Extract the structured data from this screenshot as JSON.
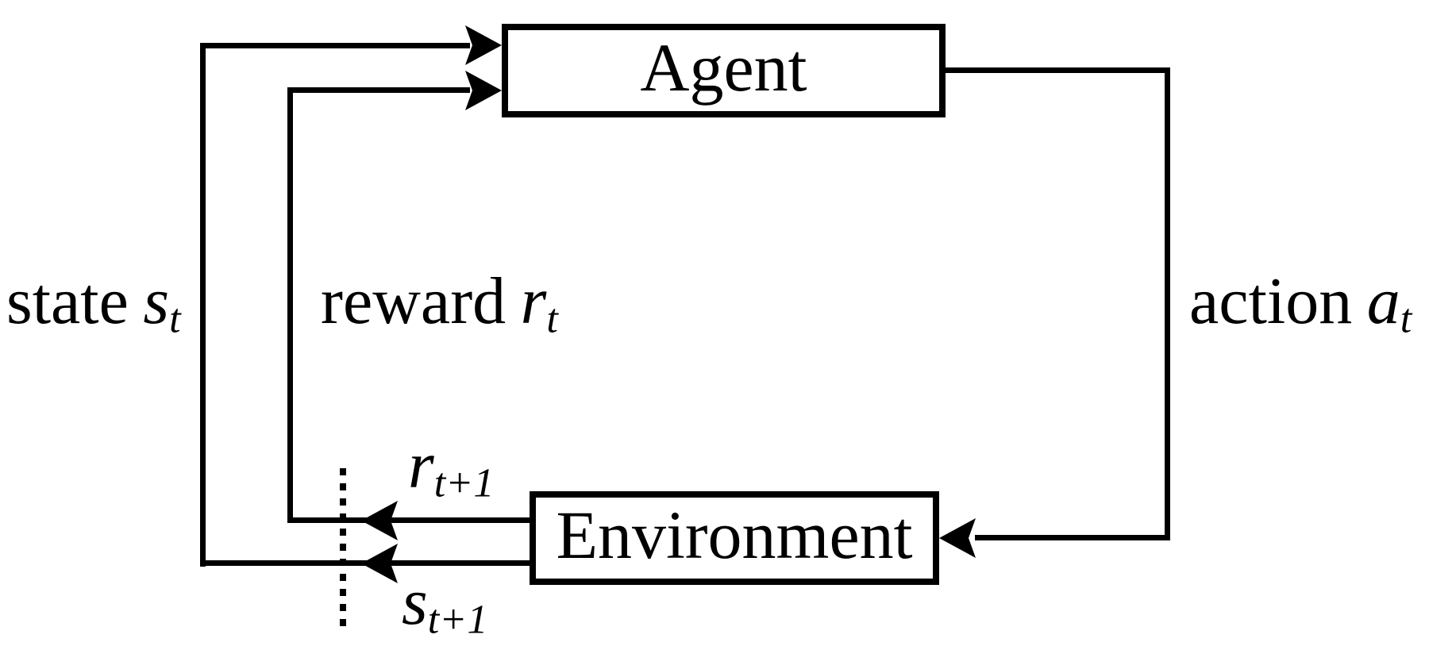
{
  "boxes": {
    "agent": {
      "label": "Agent"
    },
    "environment": {
      "label": "Environment"
    }
  },
  "labels": {
    "state": {
      "prefix": "state",
      "variable": "s",
      "subscript": "t"
    },
    "reward": {
      "prefix": "reward",
      "variable": "r",
      "subscript": "t"
    },
    "action": {
      "prefix": "action",
      "variable": "a",
      "subscript": "t"
    },
    "next_reward": {
      "variable": "r",
      "subscript": "t+1"
    },
    "next_state": {
      "variable": "s",
      "subscript": "t+1"
    }
  },
  "colors": {
    "ink": "#000000",
    "background": "#ffffff"
  }
}
